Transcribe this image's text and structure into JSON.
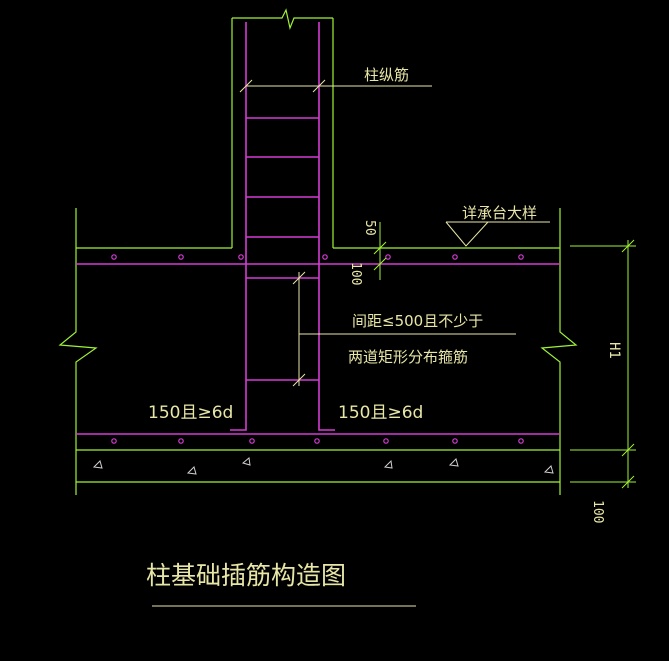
{
  "colors": {
    "background": "#000000",
    "concrete_outline": "#9ff236",
    "rebar": "#d43cd4",
    "annotation": "#e8e6a6",
    "dimension": "#9ff236"
  },
  "labels": {
    "column_longitudinal_bar": "柱纵筋",
    "see_pile_cap_detail": "详承台大样",
    "dim_50": "50",
    "dim_100_top": "100",
    "spacing_note_line1": "间距≤500且不少于",
    "spacing_note_line2": "两道矩形分布箍筋",
    "anchor_left": "150且≥6d",
    "anchor_right": "150且≥6d",
    "dim_h1": "H1",
    "dim_100_bottom": "100",
    "drawing_title": "柱基础插筋构造图"
  }
}
